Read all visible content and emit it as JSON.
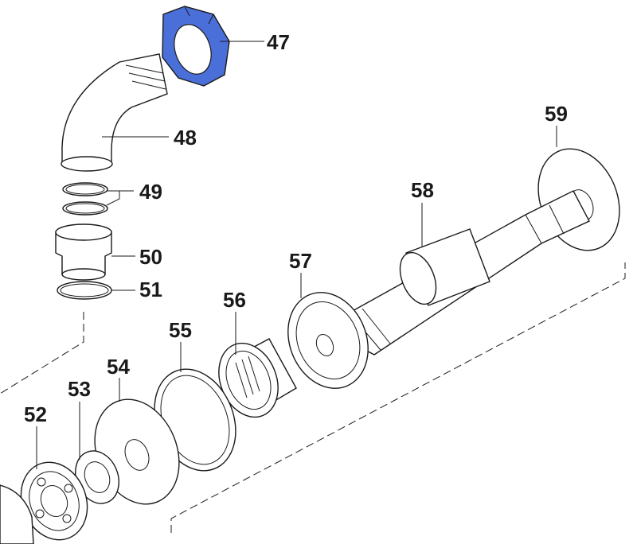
{
  "highlight_color": "#4a6fd8",
  "parts": [
    {
      "number": "47",
      "name": "nut",
      "highlighted": true
    },
    {
      "number": "48",
      "name": "elbow-pipe"
    },
    {
      "number": "49",
      "name": "o-rings"
    },
    {
      "number": "50",
      "name": "fitting"
    },
    {
      "number": "51",
      "name": "o-ring"
    },
    {
      "number": "52",
      "name": "ball-bearing"
    },
    {
      "number": "53",
      "name": "ring"
    },
    {
      "number": "54",
      "name": "washer"
    },
    {
      "number": "55",
      "name": "retaining-ring"
    },
    {
      "number": "56",
      "name": "needle-bearing"
    },
    {
      "number": "57",
      "name": "seal-ring"
    },
    {
      "number": "58",
      "name": "shaft"
    },
    {
      "number": "59",
      "name": "flange-washer"
    }
  ]
}
